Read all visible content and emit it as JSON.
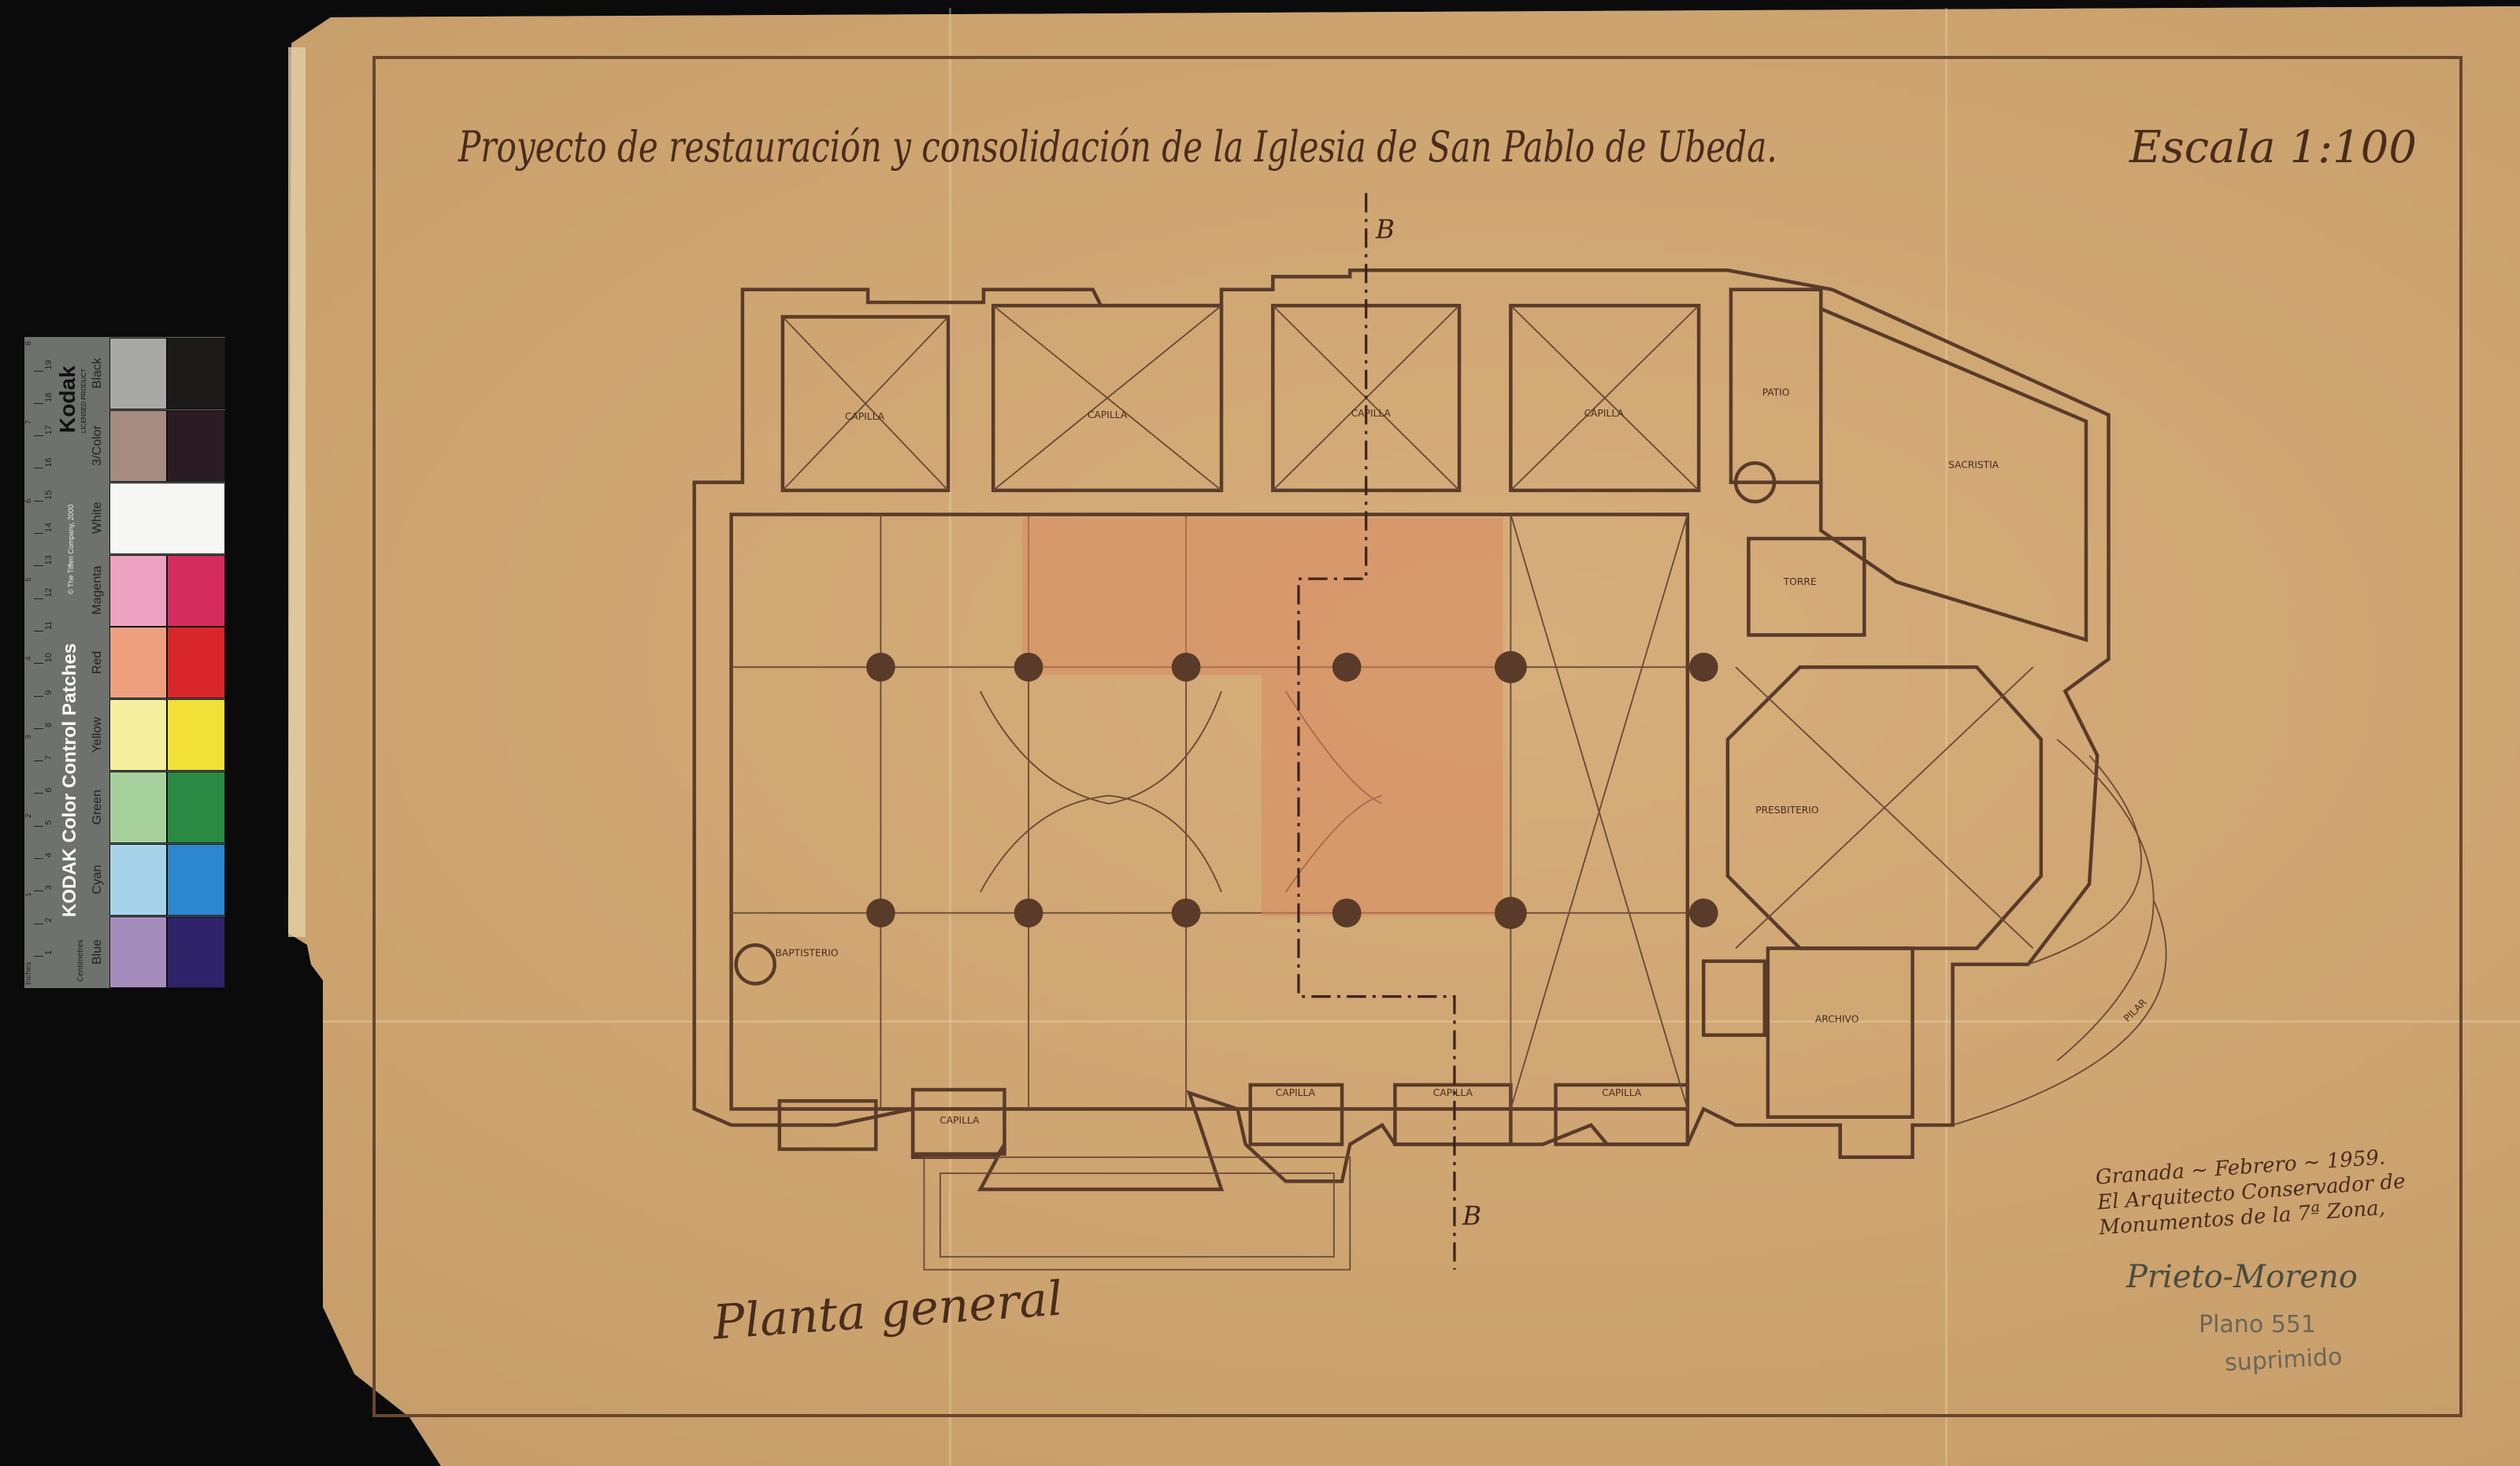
{
  "document": {
    "title": "Proyecto de restauración y consolidación de la Iglesia de San Pablo de Ubeda.",
    "scale": "Escala 1:100",
    "drawing_name": "Planta general",
    "section_marker_top": "B",
    "section_marker_bottom": "B"
  },
  "plan_labels": {
    "capilla_top_1": "CAPILLA",
    "capilla_top_2": "CAPILLA",
    "capilla_top_3": "CAPILLA",
    "capilla_top_4": "CAPILLA",
    "patio": "PATIO",
    "sacristia": "SACRISTIA",
    "torre": "TORRE",
    "presbiterio": "PRESBITERIO",
    "baptisterio": "BAPTISTERIO",
    "capilla_bottom_1": "CAPILLA",
    "capilla_bottom_2": "CAPILLA",
    "capilla_bottom_3": "CAPILLA",
    "capilla_bottom_4": "CAPILLA",
    "archivo": "ARCHIVO",
    "pilar": "PILAR"
  },
  "signature_block": {
    "lines": [
      "Granada ~ Febrero ~ 1959.",
      "El Arquitecto Conservador de",
      "Monumentos de la 7ª Zona,"
    ],
    "signature": "Prieto-Moreno"
  },
  "pencil_notes": {
    "plano": "Plano 551",
    "status": "suprimido"
  },
  "kodak_strip": {
    "title": "KODAK Color Control Patches",
    "copyright": "© The Tiffen Company, 2000",
    "brand": "Kodak",
    "licensed": "LICENSED PRODUCT",
    "units_inches": "Inches",
    "units_cm": "Centimetres",
    "cm_ticks": [
      "1",
      "2",
      "3",
      "4",
      "5",
      "6",
      "7",
      "8",
      "9",
      "10",
      "11",
      "12",
      "13",
      "14",
      "15",
      "16",
      "17",
      "18",
      "19"
    ],
    "inch_ticks": [
      "1",
      "2",
      "3",
      "4",
      "5",
      "6",
      "7",
      "8"
    ],
    "patches": [
      {
        "label": "Blue",
        "light": "#a48cbc",
        "dark": "#2e2368"
      },
      {
        "label": "Cyan",
        "light": "#a6d2ea",
        "dark": "#2d86d0"
      },
      {
        "label": "Green",
        "light": "#a5cf9b",
        "dark": "#2a8a44"
      },
      {
        "label": "Yellow",
        "light": "#f5ee9e",
        "dark": "#f0e038"
      },
      {
        "label": "Red",
        "light": "#eea07e",
        "dark": "#d8262a"
      },
      {
        "label": "Magenta",
        "light": "#eca2c0",
        "dark": "#d42c5e"
      },
      {
        "label": "White",
        "light": "#f7f7f5",
        "dark": "#f7f7f5"
      },
      {
        "label": "3/Color",
        "light": "#a68c80",
        "dark": "#2a1c22"
      },
      {
        "label": "Black",
        "light": "#a8a8a6",
        "dark": "#1d1a1a"
      }
    ]
  },
  "colors": {
    "ink": "#5a3a28",
    "paper": "#cfa773",
    "highlight": "#d98a60"
  }
}
